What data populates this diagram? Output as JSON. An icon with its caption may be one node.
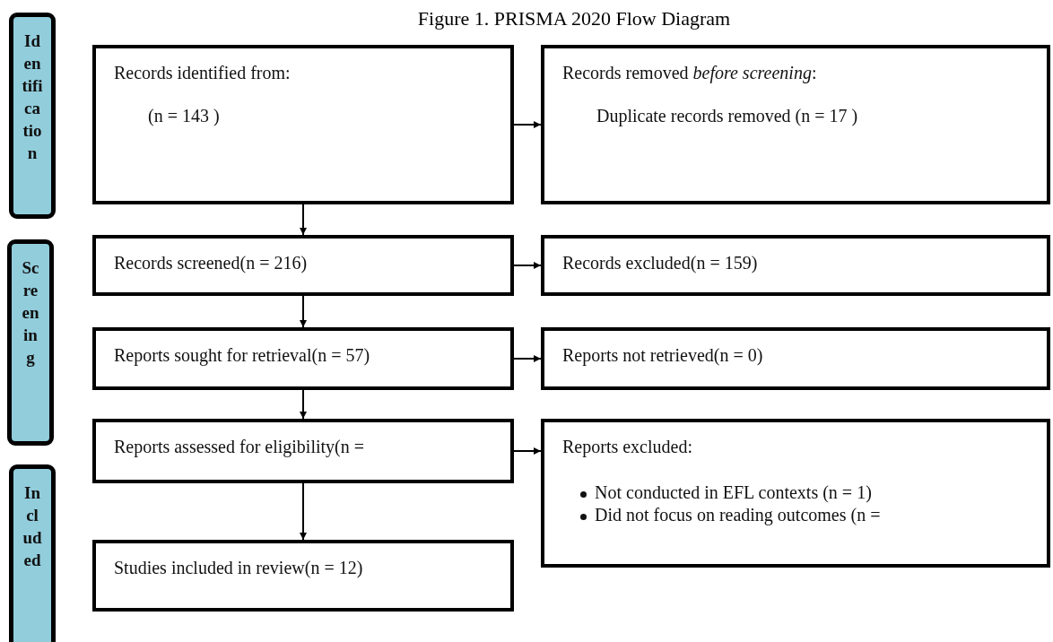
{
  "diagram": {
    "title": "Figure 1. PRISMA 2020 Flow Diagram",
    "nodes": [
      {
        "text": [
          "Identification"
        ]
      },
      {
        "text": [
          "Screening"
        ]
      },
      {
        "text": [
          "Included"
        ]
      },
      {
        "text": [
          "Records identified from:",
          "(n = 143 )"
        ]
      },
      {
        "text": [
          "Records removed *before screening*:",
          "Duplicate records removed (n = 17 )"
        ]
      },
      {
        "text": [
          "Records screened(n = 216)"
        ]
      },
      {
        "text": [
          "Records excluded(n = 159)"
        ]
      },
      {
        "text": [
          "Reports sought for retrieval(n = 57)"
        ]
      },
      {
        "text": [
          "Reports not retrieved(n = 0)"
        ]
      },
      {
        "text": [
          "Reports assessed for eligibility(n ="
        ]
      },
      {
        "text": [
          "Reports excluded:",
          "Not conducted in EFL contexts (n = 1)",
          "Did not focus on reading outcomes (n ="
        ]
      },
      {
        "text": [
          "Studies included in review(n = 12)"
        ]
      }
    ],
    "edges": [
      {
        "from": 3,
        "to": 4,
        "arrow": "to"
      },
      {
        "from": 3,
        "to": 5,
        "arrow": "to"
      },
      {
        "from": 5,
        "to": 6,
        "arrow": "to"
      },
      {
        "from": 5,
        "to": 7,
        "arrow": "to"
      },
      {
        "from": 7,
        "to": 8,
        "arrow": "to"
      },
      {
        "from": 7,
        "to": 9,
        "arrow": "to"
      },
      {
        "from": 9,
        "to": 10,
        "arrow": "to"
      },
      {
        "from": 9,
        "to": 11,
        "arrow": "to"
      }
    ]
  }
}
